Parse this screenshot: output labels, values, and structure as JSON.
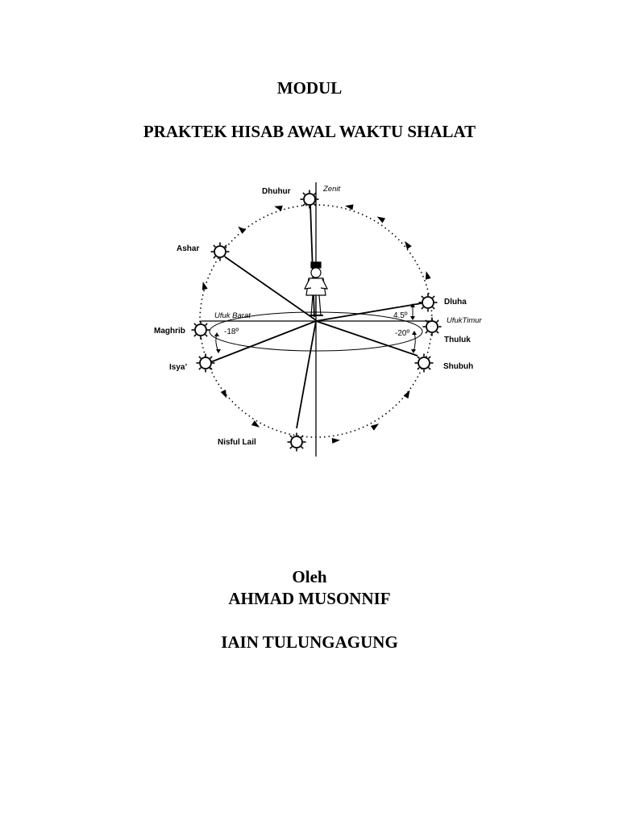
{
  "document": {
    "title": "MODUL",
    "subtitle": "PRAKTEK HISAB AWAL WAKTU SHALAT",
    "by_label": "Oleh",
    "author": "AHMAD MUSONNIF",
    "institution": "IAIN TULUNGAGUNG"
  },
  "diagram": {
    "zenith_label": "Zenit",
    "west_horizon_label": "Ufuk Barat",
    "east_horizon_label": "UfukTimur",
    "positions": {
      "dhuhur": "Dhuhur",
      "ashar": "Ashar",
      "maghrib": "Maghrib",
      "isya": "Isya’",
      "nisful_lail": "Nisful Lail",
      "dluha": "Dluha",
      "thuluk": "Thuluk",
      "shubuh": "Shubuh"
    },
    "angles": {
      "dluha": "4.5º",
      "isya": "-18º",
      "shubuh": "-20º"
    },
    "icons": [
      "sun-icon",
      "person-icon",
      "arrow-icon"
    ]
  }
}
